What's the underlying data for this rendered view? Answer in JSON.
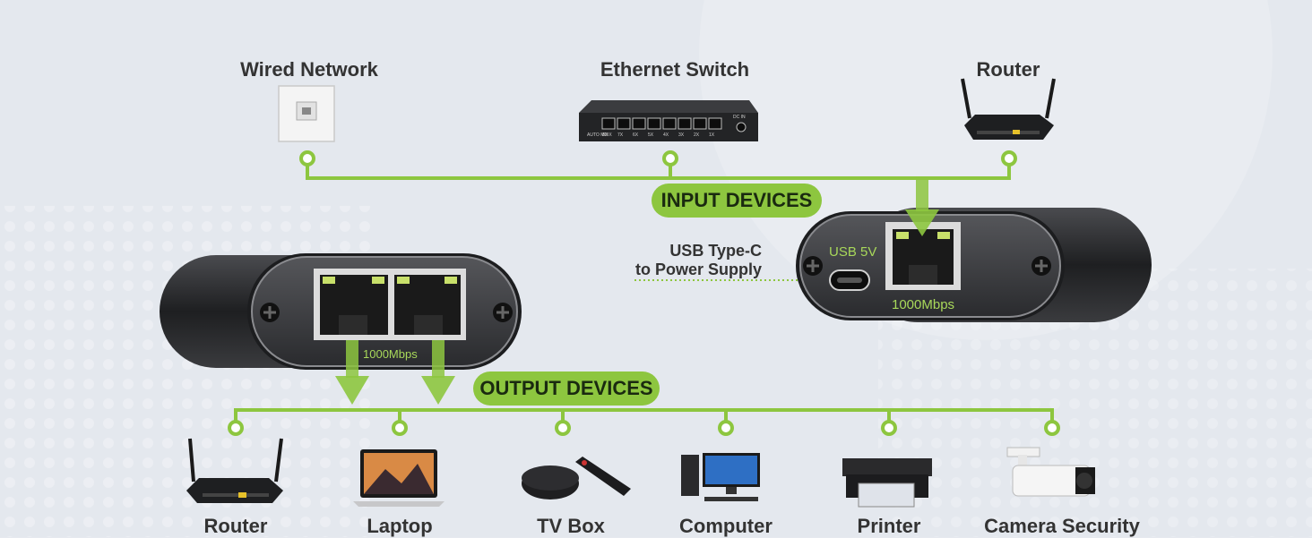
{
  "input": {
    "heading": "INPUT DEVICES",
    "devices": [
      "Wired Network",
      "Ethernet Switch",
      "Router"
    ],
    "switch_brand_text": "AUTO MDIX",
    "switch_port_labels": [
      "8X",
      "7X",
      "6X",
      "5X",
      "4X",
      "3X",
      "2X",
      "1X"
    ],
    "switch_power_label": "DC IN"
  },
  "output": {
    "heading": "OUTPUT DEVICES",
    "devices": [
      "Router",
      "Laptop",
      "TV Box",
      "Computer",
      "Printer",
      "Camera Security"
    ]
  },
  "adapter_left": {
    "speed_label": "1000Mbps"
  },
  "adapter_right": {
    "speed_label": "1000Mbps",
    "usb_label": "USB 5V"
  },
  "usb_note": {
    "line1": "USB Type-C",
    "line2": "to Power Supply"
  },
  "colors": {
    "accent": "#8dc63f",
    "text": "#333333",
    "device_body": "#2b2b2d"
  }
}
